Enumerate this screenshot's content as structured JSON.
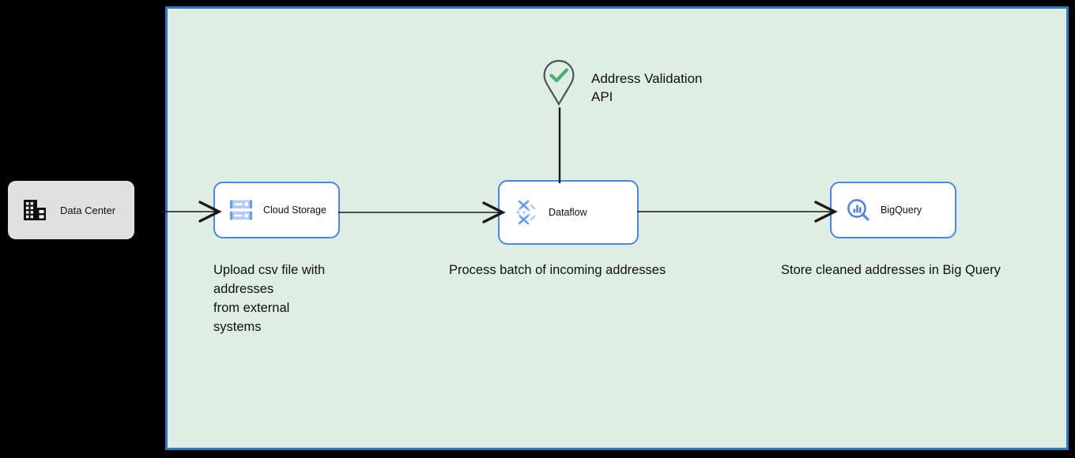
{
  "diagram": {
    "background_color": "#000000",
    "cloud_container": {
      "name": "cloud-boundary",
      "fill_color": "#dfeee3",
      "border_color": "#2e79c7"
    },
    "onprem": {
      "label": "Data Center",
      "icon": "building-icon",
      "fill_color": "#e0e0e0"
    },
    "nodes": [
      {
        "id": "cloud-storage",
        "label": "Cloud Storage",
        "icon": "cloud-storage-icon",
        "border_color": "#4a86e8",
        "fill_color": "#ffffff"
      },
      {
        "id": "dataflow",
        "label": "Dataflow",
        "icon": "dataflow-icon",
        "border_color": "#4a86e8",
        "fill_color": "#ffffff"
      },
      {
        "id": "bigquery",
        "label": "BigQuery",
        "icon": "bigquery-icon",
        "border_color": "#4a86e8",
        "fill_color": "#ffffff"
      }
    ],
    "external_api": {
      "label": "Address Validation\nAPI",
      "icon": "map-pin-check-icon",
      "check_color": "#4caf72",
      "pin_color": "#4d5456"
    },
    "captions": {
      "storage": "Upload csv file with\naddresses\nfrom external\nsystems",
      "dataflow": "Process batch of incoming addresses",
      "bigquery": "Store cleaned addresses in Big Query"
    },
    "connectors": [
      {
        "id": "dc-to-storage",
        "from": "Data Center",
        "to": "Cloud Storage",
        "arrow": true
      },
      {
        "id": "storage-to-dataflow",
        "from": "Cloud Storage",
        "to": "Dataflow",
        "arrow": true
      },
      {
        "id": "dataflow-to-bigquery",
        "from": "Dataflow",
        "to": "BigQuery",
        "arrow": true
      },
      {
        "id": "api-to-dataflow",
        "from": "Address Validation API",
        "to": "Dataflow",
        "arrow": false
      }
    ]
  }
}
